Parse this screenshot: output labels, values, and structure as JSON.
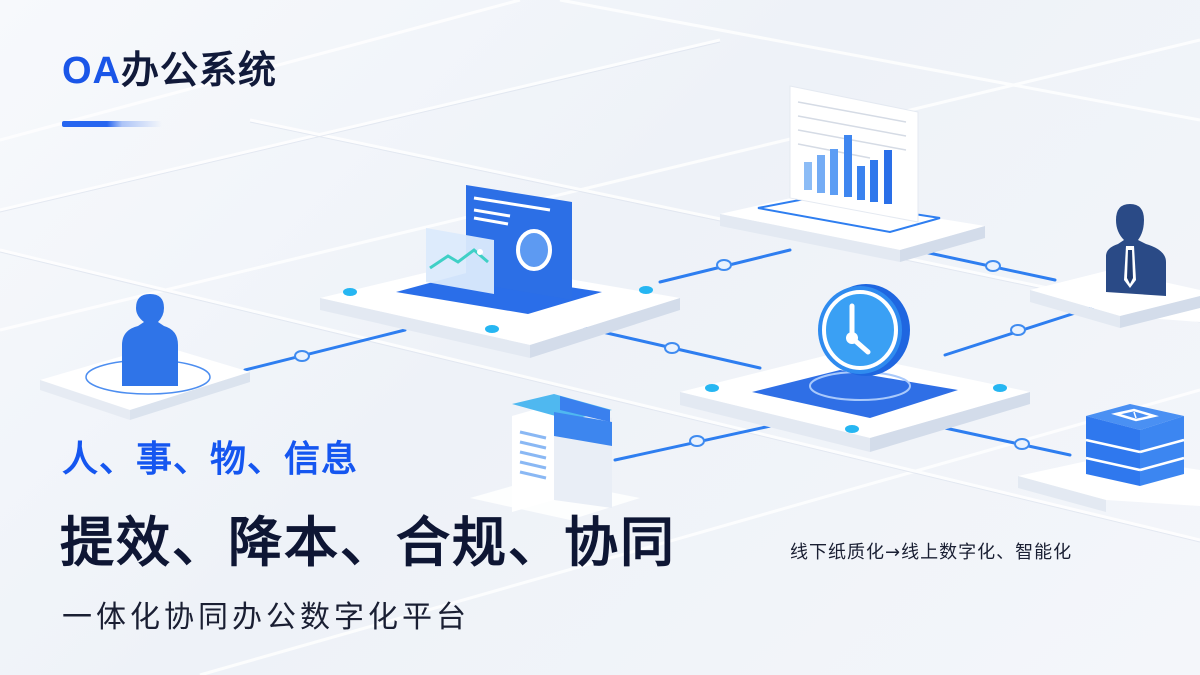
{
  "banner": {
    "title_prefix": "OA",
    "title_rest": "办公系统",
    "tag_line": "人、事、物、信息",
    "headline": "提效、降本、合规、协同",
    "subtitle": "一体化协同办公数字化平台",
    "side_note": "线下纸质化→线上数字化、智能化"
  },
  "colors": {
    "accent_blue": "#1a56e8",
    "headline_navy": "#0e1634",
    "node_cyan": "#26b6f2",
    "connector_blue": "#2e7ef0",
    "background": "#f2f5fa"
  },
  "illustration": {
    "nodes": [
      {
        "id": "user-female",
        "icon": "person-female-icon"
      },
      {
        "id": "document-dashboard",
        "icon": "document-image-icon"
      },
      {
        "id": "bar-chart",
        "icon": "bar-chart-icon"
      },
      {
        "id": "user-male-manager",
        "icon": "person-business-icon"
      },
      {
        "id": "clock",
        "icon": "clock-icon"
      },
      {
        "id": "file-box",
        "icon": "file-box-icon"
      },
      {
        "id": "database-stack",
        "icon": "server-stack-icon"
      }
    ]
  }
}
